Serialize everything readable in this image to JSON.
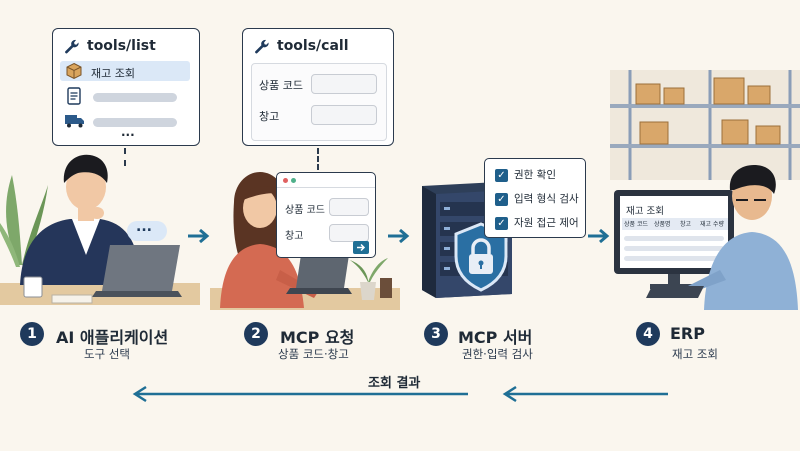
{
  "tools_list": {
    "title": "tools/list",
    "items": [
      {
        "label": "재고 조회",
        "icon": "box-icon"
      },
      {
        "label": "",
        "icon": "document-icon"
      },
      {
        "label": "",
        "icon": "truck-icon"
      }
    ],
    "more": "..."
  },
  "tools_call": {
    "title": "tools/call",
    "fields": [
      "상품 코드",
      "창고"
    ]
  },
  "speech_bubble": "...",
  "laptop_form": {
    "fields": [
      "상품 코드",
      "창고"
    ],
    "submit_icon": "arrow-right-icon"
  },
  "security_checks": [
    "권한 확인",
    "입력 형식 검사",
    "자원 접근 제어"
  ],
  "erp_screen": {
    "title": "재고 조회",
    "columns": [
      "상품 코드",
      "상품명",
      "창고",
      "재고 수량"
    ]
  },
  "steps": [
    {
      "number": "1",
      "title": "AI 애플리케이션",
      "subtitle": "도구 선택"
    },
    {
      "number": "2",
      "title": "MCP 요청",
      "subtitle": "상품 코드·창고"
    },
    {
      "number": "3",
      "title": "MCP 서버",
      "subtitle": "권한·입력 검사"
    },
    {
      "number": "4",
      "title": "ERP",
      "subtitle": "재고 조회"
    }
  ],
  "return_label": "조회 결과",
  "colors": {
    "accent_teal": "#1f6f95",
    "navy": "#1f3a5c",
    "highlight_blue": "#dbe8f7",
    "background": "#faf6ee"
  }
}
